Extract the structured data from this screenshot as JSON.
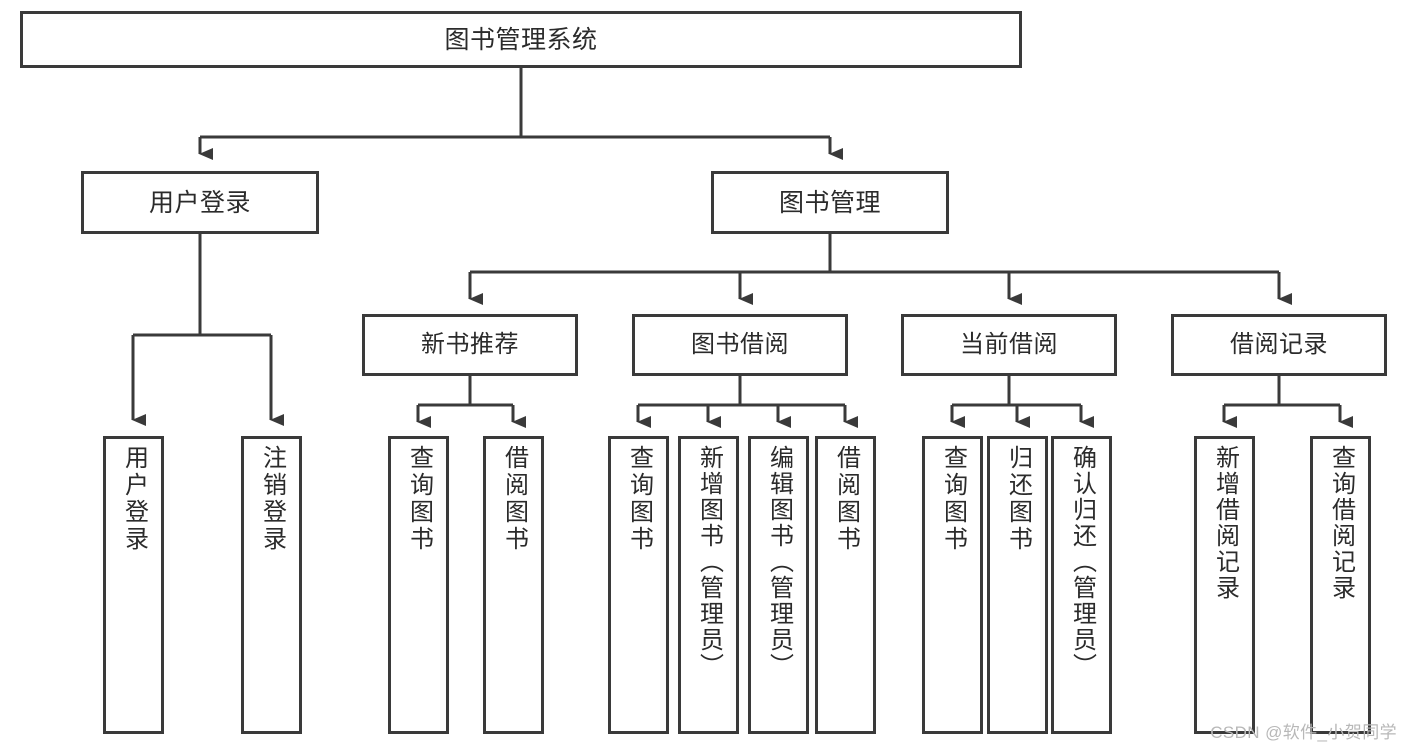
{
  "diagram": {
    "type": "tree-hierarchy",
    "root": {
      "id": "root",
      "label": "图书管理系统"
    },
    "level1": [
      {
        "id": "user-login",
        "label": "用户登录"
      },
      {
        "id": "book-management",
        "label": "图书管理"
      }
    ],
    "level2": [
      {
        "id": "new-book-recommend",
        "label": "新书推荐",
        "parent": "book-management"
      },
      {
        "id": "book-borrow",
        "label": "图书借阅",
        "parent": "book-management"
      },
      {
        "id": "current-borrow",
        "label": "当前借阅",
        "parent": "book-management"
      },
      {
        "id": "borrow-record",
        "label": "借阅记录",
        "parent": "book-management"
      }
    ],
    "leaves": [
      {
        "id": "leaf-user-login",
        "label": "用户登录",
        "parent": "user-login"
      },
      {
        "id": "leaf-logout-login",
        "label": "注销登录",
        "parent": "user-login"
      },
      {
        "id": "leaf-query-book-1",
        "label": "查询图书",
        "parent": "new-book-recommend"
      },
      {
        "id": "leaf-borrow-book-1",
        "label": "借阅图书",
        "parent": "new-book-recommend"
      },
      {
        "id": "leaf-query-book-2",
        "label": "查询图书",
        "parent": "book-borrow"
      },
      {
        "id": "leaf-add-book",
        "label": "新增图书（管理员）",
        "parent": "book-borrow"
      },
      {
        "id": "leaf-edit-book",
        "label": "编辑图书（管理员）",
        "parent": "book-borrow"
      },
      {
        "id": "leaf-borrow-book-2",
        "label": "借阅图书",
        "parent": "book-borrow"
      },
      {
        "id": "leaf-query-book-3",
        "label": "查询图书",
        "parent": "current-borrow"
      },
      {
        "id": "leaf-return-book",
        "label": "归还图书",
        "parent": "current-borrow"
      },
      {
        "id": "leaf-confirm-return",
        "label": "确认归还（管理员）",
        "parent": "current-borrow"
      },
      {
        "id": "leaf-add-record",
        "label": "新增借阅记录",
        "parent": "borrow-record"
      },
      {
        "id": "leaf-query-record",
        "label": "查询借阅记录",
        "parent": "borrow-record"
      }
    ],
    "colors": {
      "stroke": "#3a3a3a",
      "text": "#2b2b2b",
      "background": "#ffffff",
      "watermark": "#b8b8b8"
    }
  },
  "watermark": {
    "text": "CSDN @软件_小贺同学"
  }
}
